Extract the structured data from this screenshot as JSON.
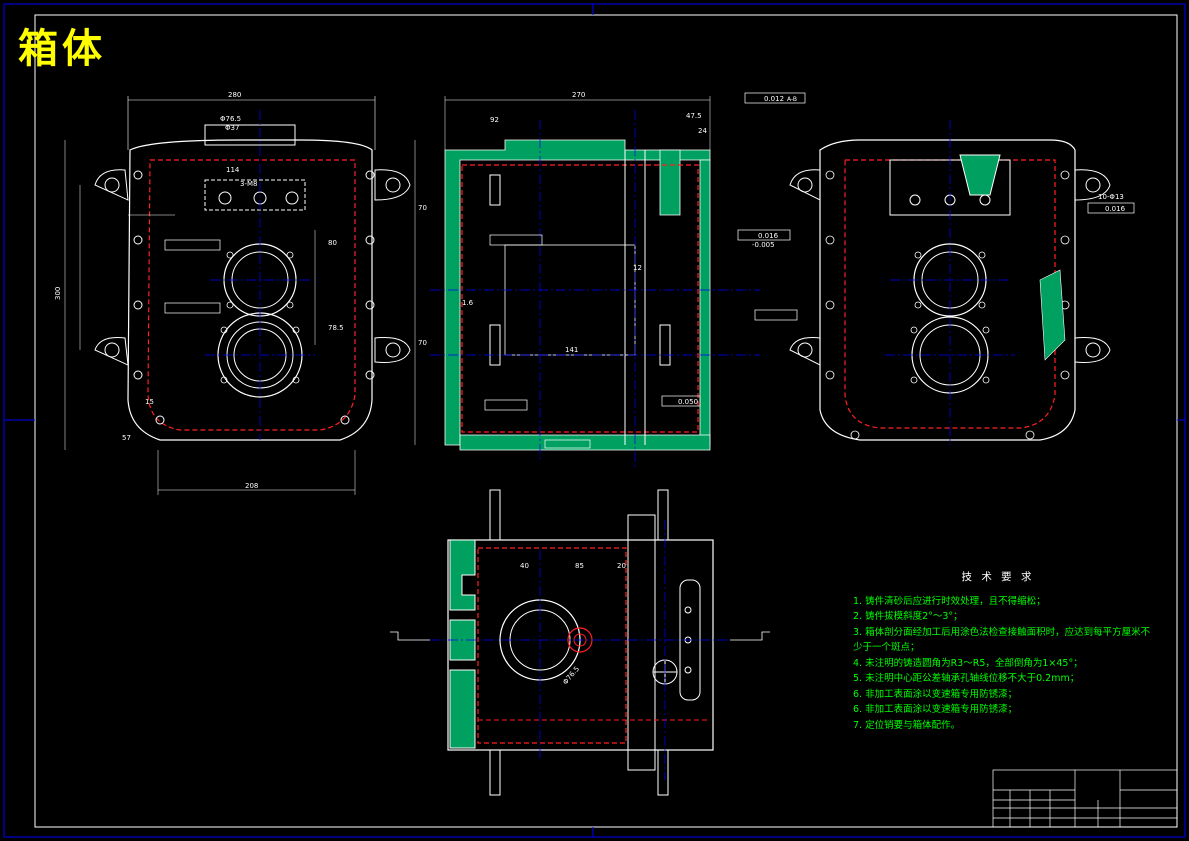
{
  "drawing_title": "箱体",
  "technical_requirements": {
    "heading": "技 术 要 求",
    "items": [
      "1. 铸件清砂后应进行时效处理，且不得缩松；",
      "2. 铸件拔模斜度2°～3°；",
      "3. 箱体剖分面经加工后用涂色法检查接触面积时，应达到每平方厘米不",
      "少于一个斑点；",
      "4. 未注明的铸造圆角为R3～R5，全部倒角为1×45°；",
      "5. 未注明中心距公差轴承孔轴线位移不大于0.2mm；",
      "6. 非加工表面涂以变速箱专用防锈漆；",
      "6. 非加工表面涂以变速箱专用防锈漆；",
      "7. 定位销要与箱体配作。"
    ]
  },
  "dimensions": {
    "front": {
      "top_width": "280",
      "bottom_width": "208",
      "height_total": "300",
      "d1": "Φ76.5",
      "d2": "Φ37",
      "d3": "114",
      "holes": "3-M8",
      "h1": "80",
      "h2": "78.5",
      "h3": "70",
      "h4": "70",
      "h5": "57",
      "h6": "15"
    },
    "side": {
      "top_width": "270",
      "a1": "92",
      "a2": "47.5",
      "a3": "24",
      "m1": "141",
      "m2": "12",
      "m3": "1.6",
      "roughness": "0.050",
      "tol_a": "0.012",
      "tol_ref": "A-B",
      "tol_b": "0.016",
      "tol_c": "-0.005"
    },
    "right": {
      "holes": "10-Φ13",
      "tol": "0.016"
    },
    "bottom": {
      "b1": "40",
      "b2": "85",
      "b3": "20",
      "angle": "Φ76.5"
    }
  }
}
